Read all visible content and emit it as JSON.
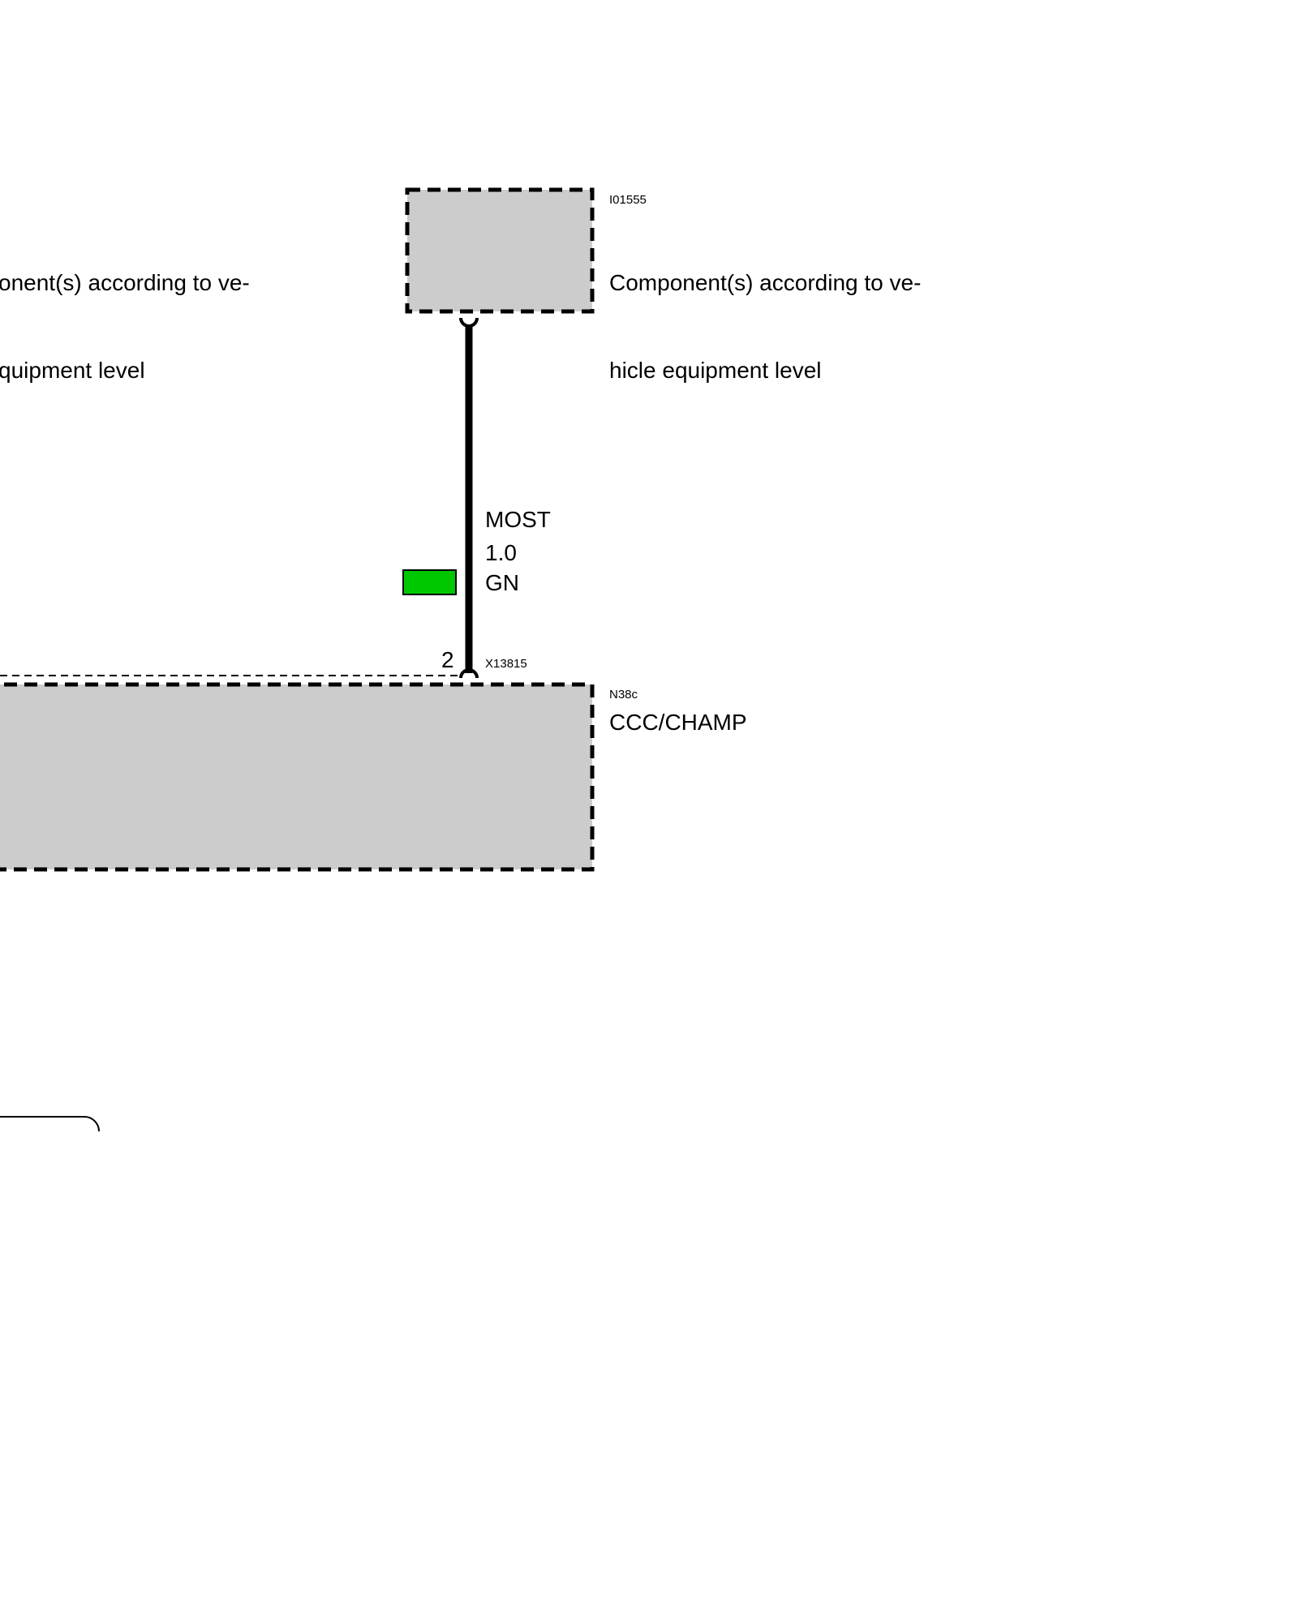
{
  "diagram": {
    "left_component": {
      "label_line1": "onent(s) according to ve-",
      "label_line2": "quipment level"
    },
    "top_component": {
      "code": "I01555",
      "label_line1": "Component(s) according to ve-",
      "label_line2": "hicle equipment level"
    },
    "wire": {
      "bus": "MOST",
      "cross_section": "1.0",
      "color_code": "GN",
      "color_swatch": "#00c800"
    },
    "connector": {
      "pin": "2",
      "code": "X13815"
    },
    "bottom_component": {
      "code": "N38c",
      "label": "CCC/CHAMP"
    }
  }
}
